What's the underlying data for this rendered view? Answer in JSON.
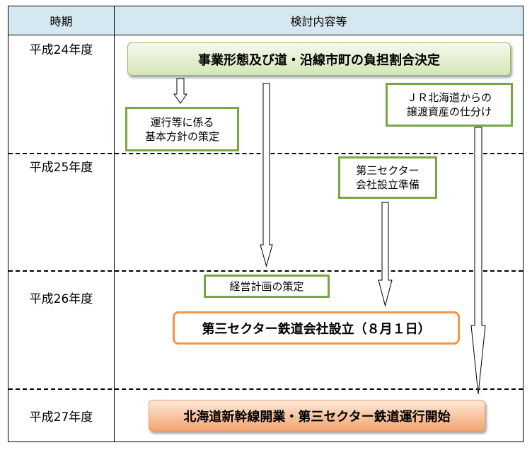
{
  "header": {
    "period_label": "時期",
    "content_label": "検討内容等"
  },
  "years": [
    "平成24年度",
    "平成25年度",
    "平成26年度",
    "平成27年度"
  ],
  "items": {
    "decision_bar": "事業形態及び道・沿線市町の負担割合決定",
    "policy_box": [
      "運行等に係る",
      "基本方針の策定"
    ],
    "jr_assets_box": [
      "ＪＲ北海道からの",
      "譲渡資産の仕分け"
    ],
    "third_sector_prep_box": [
      "第三セクター",
      "会社設立準備"
    ],
    "management_plan_box": "経営計画の策定",
    "establishment_box": "第三セクター鉄道会社設立（８月１日）",
    "opening_bar": "北海道新幹線開業・第三セクター鉄道運行開始"
  },
  "colors": {
    "header_bg": "#d5e8f1",
    "green_border": "#77a743",
    "orange_border": "#f79646",
    "green_gradient": [
      "#f4f9ec",
      "#d5e6b8"
    ],
    "orange_gradient": [
      "#fde9d9",
      "#f4a46e"
    ]
  }
}
